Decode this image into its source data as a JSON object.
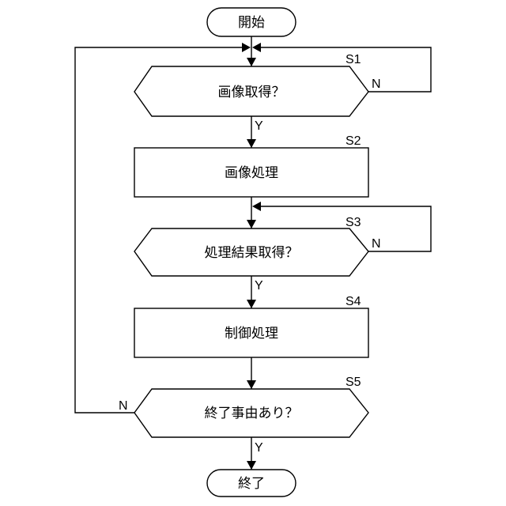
{
  "nodes": {
    "start": "開始",
    "s1": "画像取得？",
    "s2": "画像処理",
    "s3": "処理結果取得？",
    "s4": "制御処理",
    "s5": "終了事由あり？",
    "end": "終了"
  },
  "step_labels": {
    "s1": "S1",
    "s2": "S2",
    "s3": "S3",
    "s4": "S4",
    "s5": "S5"
  },
  "branch_labels": {
    "s1_no": "N",
    "s1_yes": "Y",
    "s3_no": "N",
    "s3_yes": "Y",
    "s5_no": "N",
    "s5_yes": "Y"
  }
}
